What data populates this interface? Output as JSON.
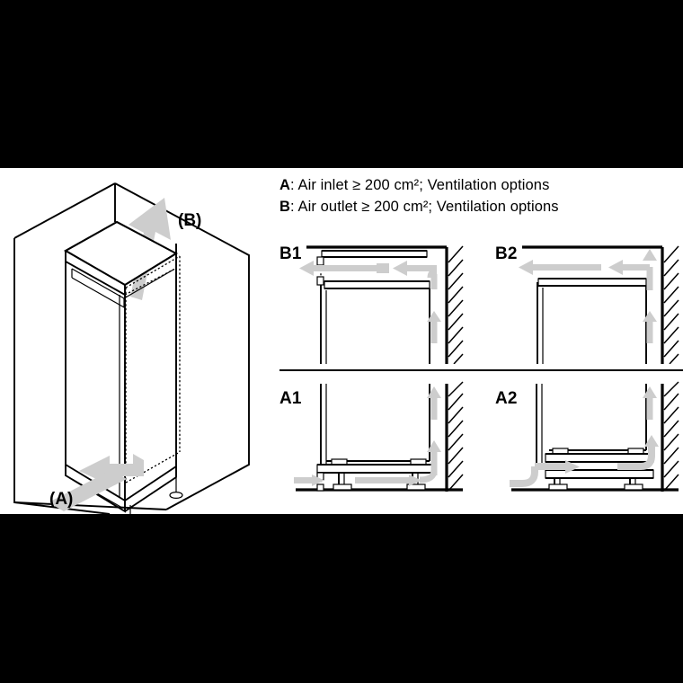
{
  "figure": {
    "type": "installation-ventilation-diagram",
    "background_band_color": "#000000",
    "drawing_background_color": "#ffffff",
    "line_color": "#000000",
    "airflow_arrow_color": "#cdcdcd"
  },
  "legend": {
    "lines": [
      {
        "key": "A",
        "text": ": Air inlet ≥ 200 cm²; Ventilation options"
      },
      {
        "key": "B",
        "text": ": Air outlet ≥ 200 cm²; Ventilation options"
      }
    ]
  },
  "isometric": {
    "caption_top": "(B)",
    "caption_bottom": "(A)",
    "description": "Tall built-in housing unit in a room corner with airflow arrows"
  },
  "panels": [
    {
      "id": "B1",
      "label": "B1",
      "row": "top",
      "column": "left",
      "kind": "air-outlet-option"
    },
    {
      "id": "B2",
      "label": "B2",
      "row": "top",
      "column": "right",
      "kind": "air-outlet-option"
    },
    {
      "id": "A1",
      "label": "A1",
      "row": "bottom",
      "column": "left",
      "kind": "air-inlet-option"
    },
    {
      "id": "A2",
      "label": "A2",
      "row": "bottom",
      "column": "right",
      "kind": "air-inlet-option"
    }
  ]
}
